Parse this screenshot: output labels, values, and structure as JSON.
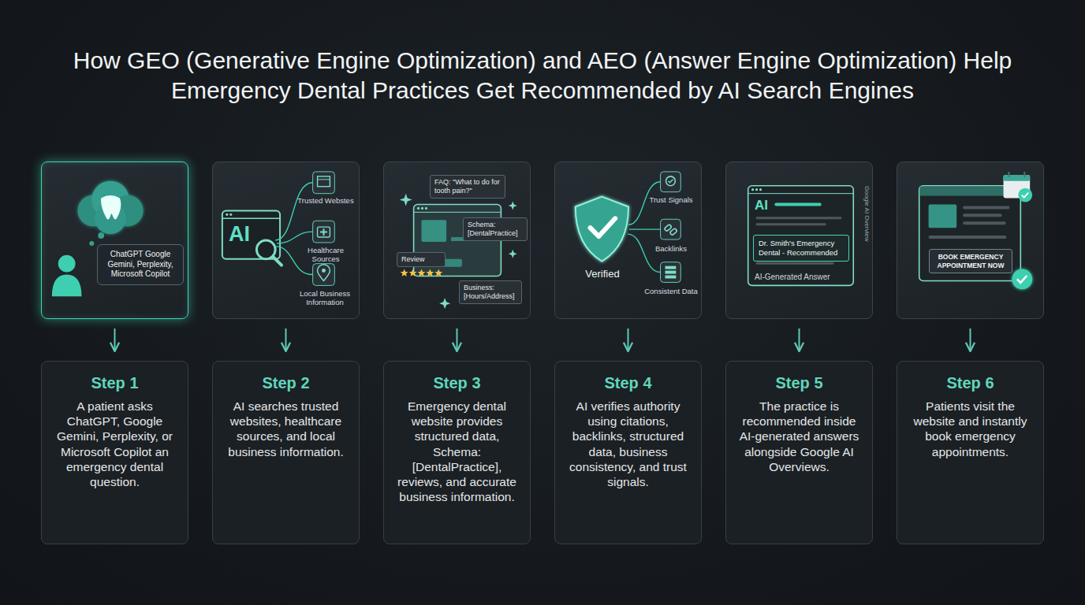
{
  "diagram": {
    "title": "How GEO (Generative Engine Optimization) and AEO (Answer Engine Optimization) Help Emergency Dental Practices Get Recommended by AI Search Engines",
    "nodes": [
      {
        "text": [
          "ChatGPT Google Gemini, Perplexity, Microsoft Copilot"
        ]
      },
      {
        "text": [
          "AI",
          "Trusted Webstes",
          "Healthcare Sources",
          "Local Business Information"
        ]
      },
      {
        "text": [
          "FAQ: \"What to do for tooth pain?\"",
          "Schema: [DentalPractice]",
          "Review",
          "Business: [Hours/Address]"
        ]
      },
      {
        "text": [
          "Verified",
          "Trust Signals",
          "Backlinks",
          "Consistent Data"
        ]
      },
      {
        "text": [
          "AI",
          "Dr. Smith's Emergency Dental - Recommended",
          "AI-Generated Answer",
          "Google AI Overview"
        ]
      },
      {
        "text": [
          "BOOK EMERGENCY APPOINTMENT NOW"
        ]
      },
      {
        "text": [
          "Step 1",
          "A patient asks ChatGPT, Google Gemini, Perplexity, or Microsoft Copilot an emergency dental question."
        ]
      },
      {
        "text": [
          "Step 2",
          "AI searches trusted websites, healthcare sources, and local business information."
        ]
      },
      {
        "text": [
          "Step 3",
          "Emergency dental website provides structured data, Schema: [DentalPractice], reviews, and accurate business information."
        ]
      },
      {
        "text": [
          "Step 4",
          "AI verifies authority using citations, backlinks, structured data, business consistency, and trust signals."
        ]
      },
      {
        "text": [
          "Step 5",
          "The practice is recommended inside AI-generated answers alongside Google AI Overviews."
        ]
      },
      {
        "text": [
          "Step 6",
          "Patients visit the website and instantly book emergency appointments."
        ]
      }
    ],
    "edges": [
      {
        "from": 0,
        "to": 1,
        "arrow": "none"
      },
      {
        "from": 1,
        "to": 2,
        "arrow": "none"
      },
      {
        "from": 2,
        "to": 3,
        "arrow": "none"
      },
      {
        "from": 3,
        "to": 4,
        "arrow": "none"
      },
      {
        "from": 4,
        "to": 5,
        "arrow": "none"
      },
      {
        "from": 0,
        "to": 6,
        "arrow": "to"
      },
      {
        "from": 1,
        "to": 7,
        "arrow": "to"
      },
      {
        "from": 2,
        "to": 8,
        "arrow": "to"
      },
      {
        "from": 3,
        "to": 9,
        "arrow": "to"
      },
      {
        "from": 4,
        "to": 10,
        "arrow": "to"
      },
      {
        "from": 5,
        "to": 11,
        "arrow": "to"
      }
    ]
  }
}
